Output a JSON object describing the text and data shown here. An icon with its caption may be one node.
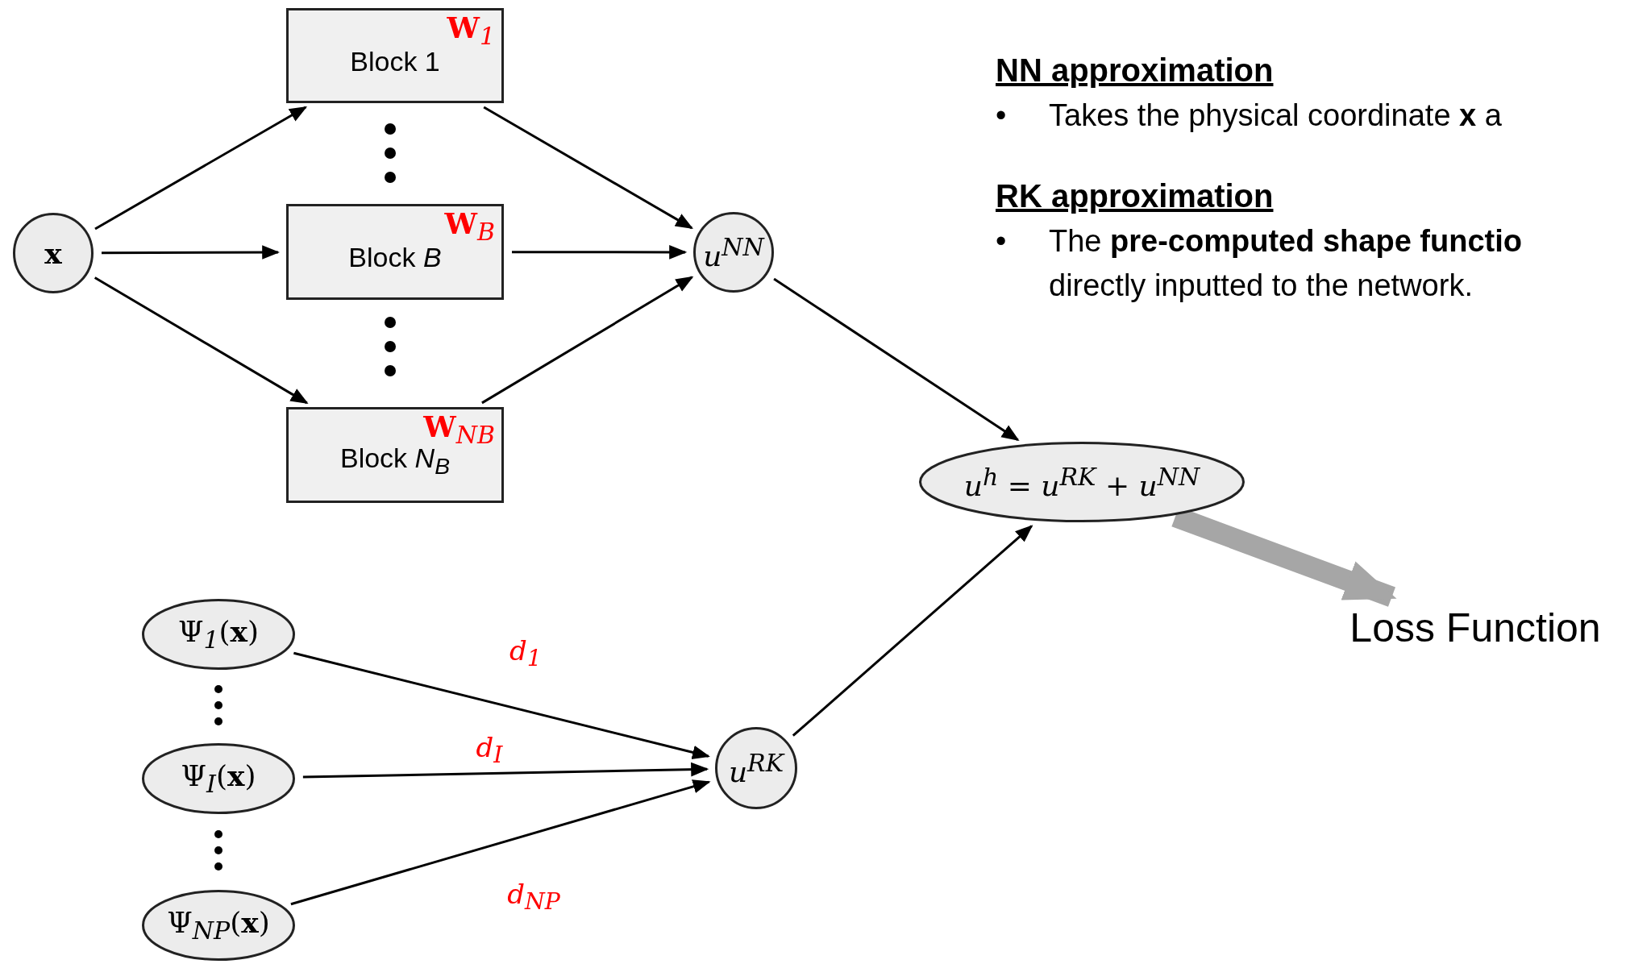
{
  "diagram": {
    "nodes": [
      {
        "text": [
          "x"
        ]
      },
      {
        "text": [
          "**W**$_{1}$",
          "Block 1"
        ]
      },
      {
        "text": [
          "**W**$_{B}$",
          "Block *B*"
        ]
      },
      {
        "text": [
          "**W**$_{N}$$_{B}$",
          "Block *N*$_{B}$"
        ]
      },
      {
        "text": [
          "*u*$^{NN}$"
        ]
      },
      {
        "text": [
          "Ψ$_{1}$(**x**)"
        ]
      },
      {
        "text": [
          "Ψ$_{I}$(**x**)"
        ]
      },
      {
        "text": [
          "Ψ$_{NP}$(**x**)"
        ]
      },
      {
        "text": [
          "*u*$^{RK}$"
        ]
      },
      {
        "text": [
          "*u*$^{h}$ = *u*$^{RK}$ + *u*$^{NN}$"
        ]
      },
      {
        "text": [
          "Loss Function"
        ]
      }
    ],
    "edges": [
      {
        "from": 0,
        "to": 1,
        "arrow": "to"
      },
      {
        "from": 0,
        "to": 2,
        "arrow": "to"
      },
      {
        "from": 0,
        "to": 3,
        "arrow": "to"
      },
      {
        "from": 1,
        "to": 4,
        "arrow": "to"
      },
      {
        "from": 2,
        "to": 4,
        "arrow": "to"
      },
      {
        "from": 3,
        "to": 4,
        "arrow": "to"
      },
      {
        "from": 4,
        "to": 9,
        "arrow": "to"
      },
      {
        "from": 5,
        "to": 8,
        "arrow": "to",
        "label": "*d*$_{1}$"
      },
      {
        "from": 6,
        "to": 8,
        "arrow": "to",
        "label": "*d*$_{I}$"
      },
      {
        "from": 7,
        "to": 8,
        "arrow": "to",
        "label": "*d*$_{NP}$"
      },
      {
        "from": 8,
        "to": 9,
        "arrow": "to"
      },
      {
        "from": 9,
        "to": 10,
        "arrow": "to",
        "style": "thick",
        "color": "#a6a6a6"
      }
    ],
    "labels": [
      "NN approximation",
      "•",
      "Takes the physical coordinate **x** a",
      "RK approximation",
      "•",
      "The **pre-computed shape functio** directly inputted to the network."
    ]
  }
}
